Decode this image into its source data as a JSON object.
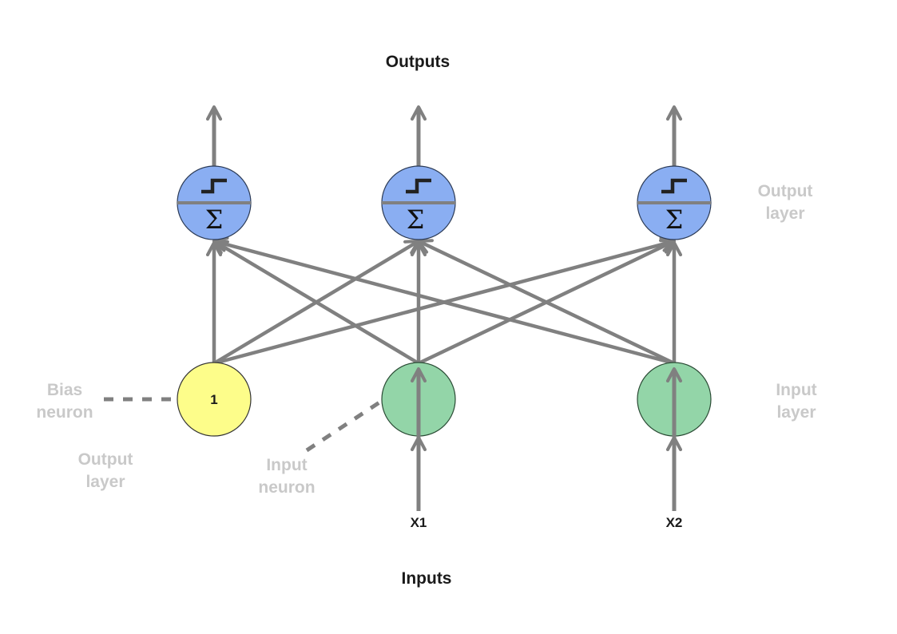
{
  "title_outputs": "Outputs",
  "title_inputs": "Inputs",
  "inputs": [
    "X1",
    "X2"
  ],
  "bias_value": "1",
  "summation_symbol": "Σ",
  "labels": {
    "output_layer_right_line1": "Output",
    "output_layer_right_line2": "layer",
    "input_layer_right_line1": "Input",
    "input_layer_right_line2": "layer",
    "bias_neuron_line1": "Bias",
    "bias_neuron_line2": "neuron",
    "output_layer_left_line1": "Output",
    "output_layer_left_line2": "layer",
    "input_neuron_line1": "Input",
    "input_neuron_line2": "neuron"
  },
  "colors": {
    "output_neuron": "#8aaef2",
    "input_neuron": "#93d5a8",
    "bias_neuron": "#fdfd8a",
    "connection": "#808080",
    "faint_label": "#c9c9c9"
  },
  "icons": [
    "step-function-icon",
    "summation-icon",
    "arrow-up-icon"
  ]
}
